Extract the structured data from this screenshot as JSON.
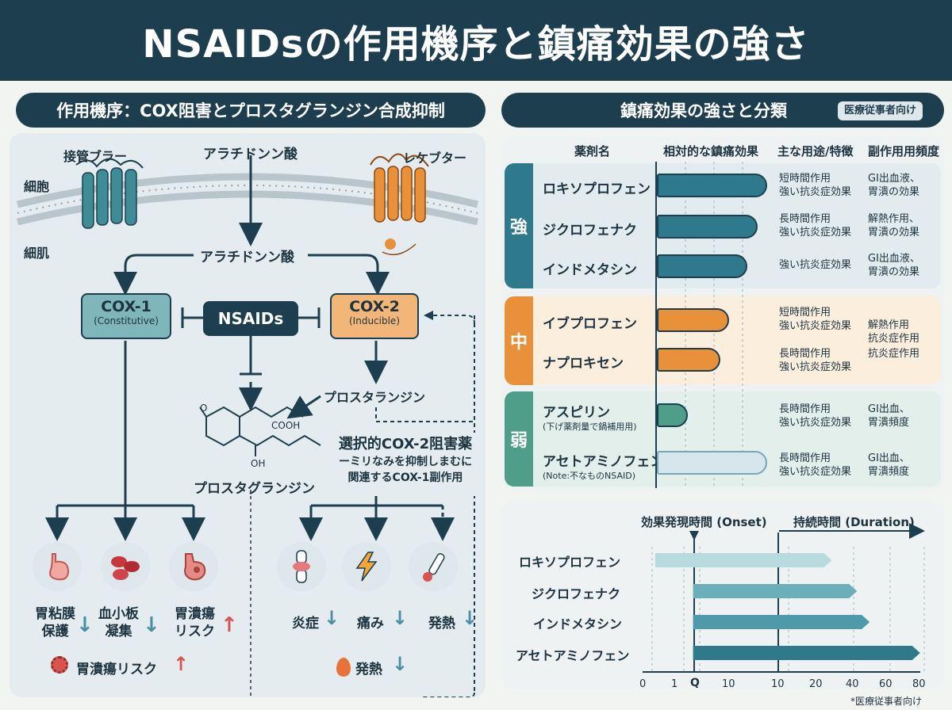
{
  "title": "NSAIDsの作用機序と鎮痛効果の強さ",
  "left": {
    "heading": "作用機序：COX阻害とプロスタグランジン合成抑制",
    "labels": {
      "receptor_left": "接管ブラー",
      "arachidonic_top": "アラチドンン酸",
      "receptor_right": "レケブター",
      "cell": "細胞",
      "muscle": "細肌",
      "arachidonic_mid": "アラチドンン酸",
      "prostaglandin1": "プロスタランジン",
      "prostaglandin2": "プロスタグランジン",
      "cooh": "COOH",
      "oh": "OH",
      "ketone_o": "O"
    },
    "cox1": {
      "name": "COX-1",
      "sub": "(Constitutive)"
    },
    "cox2": {
      "name": "COX-2",
      "sub": "(Inducible)"
    },
    "nsaids": "NSAIDs",
    "selective": {
      "title": "選択的COX-2阻害薬",
      "line1": "ーミリなみを抑制しまむに",
      "line2": "関連するCOX-1副作用"
    },
    "cox1_effects": [
      {
        "l1": "胃粘膜",
        "l2": "保護",
        "arrow": "↓",
        "icon": "stomach-icon"
      },
      {
        "l1": "血小板",
        "l2": "凝集",
        "arrow": "↓",
        "icon": "platelet-icon"
      },
      {
        "l1": "胃潰瘍",
        "l2": "リスク",
        "arrow": "↑",
        "icon": "ulcer-icon"
      }
    ],
    "cox2_effects": [
      {
        "l1": "炎症",
        "arrow": "↓",
        "icon": "joint-inflammation-icon"
      },
      {
        "l1": "痛み",
        "arrow": "↓",
        "icon": "pain-lightning-icon"
      },
      {
        "l1": "発熱",
        "arrow": "↓",
        "icon": "thermometer-icon"
      }
    ],
    "bottom_left": {
      "text": "胃潰瘍リスク",
      "arrow": "↑"
    },
    "bottom_right": {
      "text": "発熱",
      "arrow": "↓"
    }
  },
  "right": {
    "heading": "鎮痛効果の強さと分類",
    "badge": "医療従事者向け",
    "columns": [
      "薬剤名",
      "相対的な鎮痛効果",
      "主な用途/特徴",
      "副作用用頻度"
    ],
    "groups": [
      {
        "label": "強",
        "color": "#2e7a8c",
        "bg": "#e2ecef",
        "drugs": [
          {
            "name": "ロキソプロフェン",
            "note": "",
            "potency": 0.95,
            "use1": "短時間作用",
            "use2": "強い抗炎症効果",
            "se1": "GI出血液、",
            "se2": "胃潰の効果"
          },
          {
            "name": "ジクロフェナク",
            "note": "",
            "potency": 0.87,
            "use1": "長時間作用",
            "use2": "強い抗炎症効果",
            "se1": "解熱作用、",
            "se2": "胃潰の効果"
          },
          {
            "name": "インドメタシン",
            "note": "",
            "potency": 0.78,
            "use1": "強い抗炎症効果",
            "use2": "",
            "se1": "GI出血液、",
            "se2": "胃潰の効果"
          }
        ]
      },
      {
        "label": "中",
        "color": "#e8913a",
        "bg": "#fbeedd",
        "drugs": [
          {
            "name": "イブプロフェン",
            "note": "",
            "potency": 0.62,
            "use1": "短時間作用",
            "use2": "強い抗炎症効果",
            "se1": "解熱作用",
            "se2": "抗炎症作用"
          },
          {
            "name": "ナプロキセン",
            "note": "",
            "potency": 0.55,
            "use1": "長時間作用",
            "use2": "強い抗炎症効果",
            "se1": "抗炎症作用",
            "se2": ""
          }
        ]
      },
      {
        "label": "弱",
        "color": "#4e9e8a",
        "bg": "#e2efea",
        "drugs": [
          {
            "name": "アスピリン",
            "note": "(下げ薬剤量で鍋補用用)",
            "potency": 0.27,
            "use1": "長時間作用",
            "use2": "強い抗炎症効果",
            "se1": "GI出血、",
            "se2": "胃潰頻度"
          },
          {
            "name": "アセトアミノフェン",
            "note": "(Note:不なものNSAID)",
            "potency": 0.95,
            "use1": "長時間作用",
            "use2": "強い抗炎症効果",
            "se1": "GI出血、",
            "se2": "胃潰頻度"
          }
        ]
      }
    ],
    "timeline": {
      "onset_label": "効果発現時間 (Onset)",
      "duration_label": "持続時間 (Duration)",
      "ticks": [
        "0",
        "1",
        "Q",
        "10",
        "10",
        "20",
        "40",
        "60",
        "80"
      ],
      "drugs": [
        {
          "name": "ロキソプロフェン",
          "start": 0.5,
          "end": 7.5
        },
        {
          "name": "ジクロフェナク",
          "start": 2.0,
          "end": 8.5
        },
        {
          "name": "インドメタシン",
          "start": 2.0,
          "end": 9.0
        },
        {
          "name": "アセトアミノフェン",
          "start": 2.0,
          "end": 11.0
        }
      ]
    },
    "footnote": "*医療従事者向け"
  }
}
